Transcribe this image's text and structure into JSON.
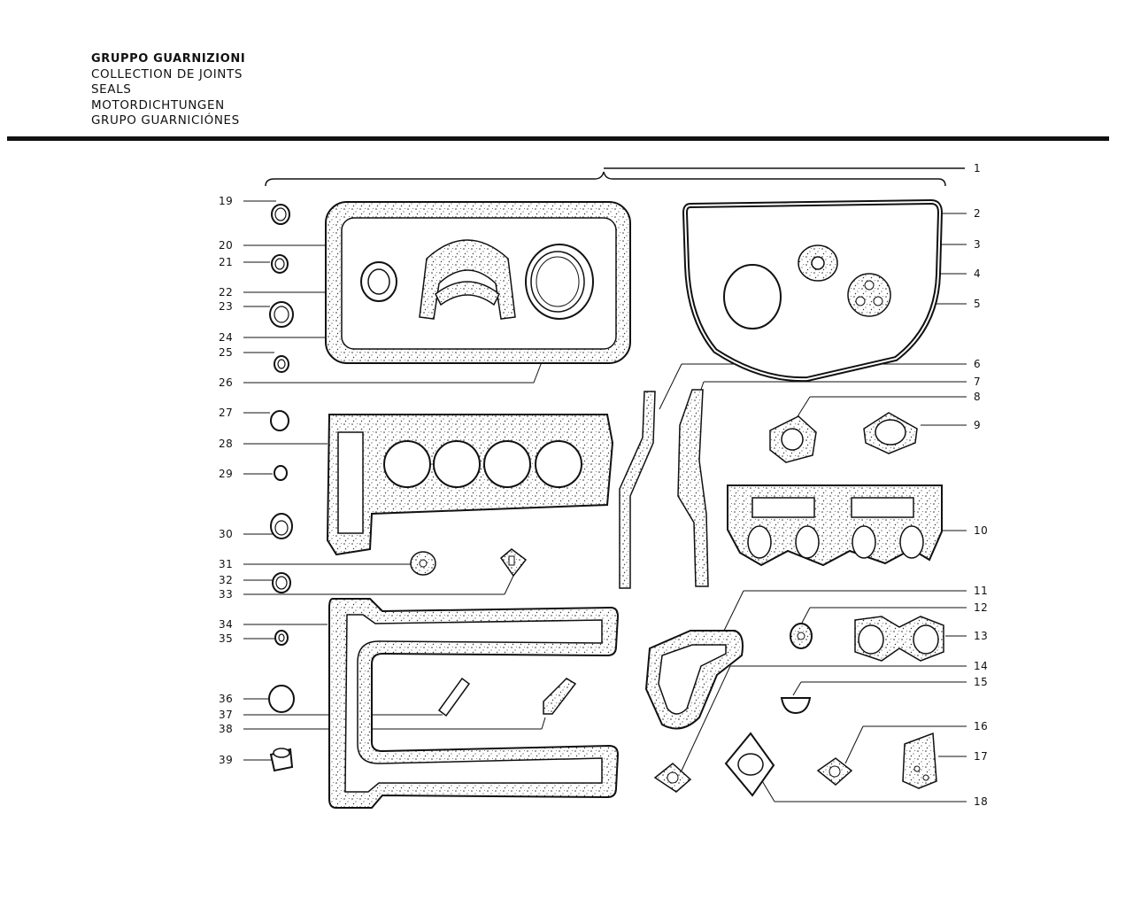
{
  "title_lines": [
    "GRUPPO GUARNIZIONI",
    "COLLECTION DE JOINTS",
    "SEALS",
    "MOTORDICHTUNGEN",
    "GRUPO GUARNICIÓNES"
  ],
  "callouts": {
    "c1": "1",
    "c2": "2",
    "c3": "3",
    "c4": "4",
    "c5": "5",
    "c6": "6",
    "c7": "7",
    "c8": "8",
    "c9": "9",
    "c10": "10",
    "c11": "11",
    "c12": "12",
    "c13": "13",
    "c14": "14",
    "c15": "15",
    "c16": "16",
    "c17": "17",
    "c18": "18",
    "c19": "19",
    "c20": "20",
    "c21": "21",
    "c22": "22",
    "c23": "23",
    "c24": "24",
    "c25": "25",
    "c26": "26",
    "c27": "27",
    "c28": "28",
    "c29": "29",
    "c30": "30",
    "c31": "31",
    "c32": "32",
    "c33": "33",
    "c34": "34",
    "c35": "35",
    "c36": "36",
    "c37": "37",
    "c38": "38",
    "c39": "39"
  }
}
